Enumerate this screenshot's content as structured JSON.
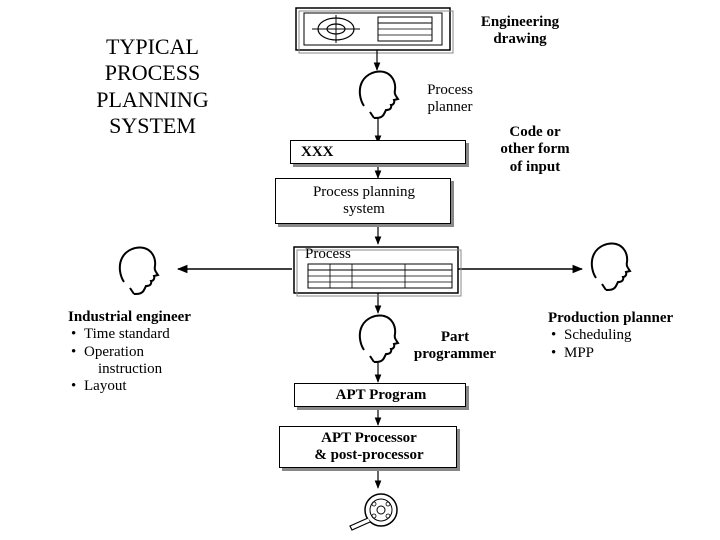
{
  "title": "TYPICAL PROCESS PLANNING SYSTEM",
  "labels": {
    "engineering_drawing": [
      "Engineering",
      "drawing"
    ],
    "process_planner": [
      "Process",
      "planner"
    ],
    "code_input": [
      "Code or",
      "other form",
      "of input"
    ],
    "xxx": "XXX",
    "process_planning_system": [
      "Process planning",
      "system"
    ],
    "process": "Process",
    "part_programmer": [
      "Part",
      "programmer"
    ],
    "apt_program": "APT Program",
    "apt_processor": [
      "APT Processor",
      "& post-processor"
    ]
  },
  "industrial_engineer": {
    "heading": "Industrial engineer",
    "items": [
      "Time standard",
      "Operation",
      "instruction",
      "Layout"
    ]
  },
  "production_planner": {
    "heading": "Production planner",
    "items": [
      "Scheduling",
      "MPP"
    ]
  },
  "icons": [
    "person-head-icon",
    "engineering-drawing-icon",
    "process-sheet-icon",
    "tape-reel-icon"
  ]
}
